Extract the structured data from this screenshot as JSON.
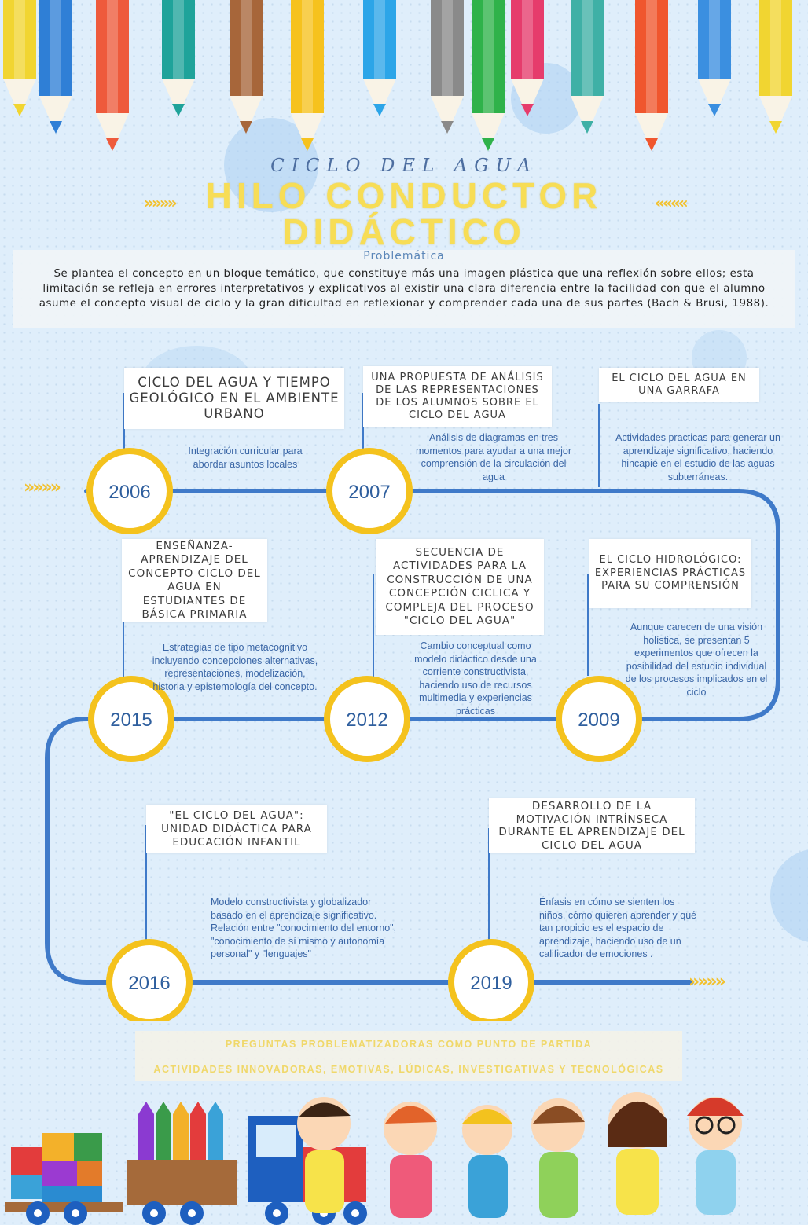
{
  "header": {
    "subtitle": "CICLO DEL AGUA",
    "title_line1": "HILO CONDUCTOR",
    "title_line2": "DIDÁCTICO",
    "chevron_left": "»»»»",
    "chevron_right": "««««"
  },
  "problem": {
    "heading": "Problemática",
    "text": "Se plantea el concepto en un bloque temático, que constituye más una imagen plástica que una reflexión sobre ellos; esta limitación se refleja en errores interpretativos y explicativos al existir una clara diferencia entre la facilidad con que el alumno asume el concepto visual de ciclo y la gran dificultad en reflexionar y comprender cada una de sus partes (Bach & Brusi, 1988)."
  },
  "timeline": {
    "start_arrows": "»»»»",
    "end_arrows": "»»»»",
    "milestones": [
      {
        "year": "2006",
        "title": "CICLO DEL AGUA Y TIEMPO GEOLÓGICO EN EL AMBIENTE URBANO",
        "description": "Integración curricular para abordar asuntos locales"
      },
      {
        "year": "2007",
        "title": "UNA PROPUESTA DE ANÁLISIS DE LAS REPRESENTACIONES DE LOS ALUMNOS SOBRE EL CICLO DEL AGUA",
        "description": "Análisis de diagramas en tres momentos para ayudar a una mejor comprensión de la circulación del agua"
      },
      {
        "year": "",
        "title": "EL CICLO DEL AGUA EN UNA GARRAFA",
        "description": "Actividades practicas para generar un aprendizaje significativo, haciendo hincapié en el estudio de las aguas subterráneas."
      },
      {
        "year": "2009",
        "title": "EL CICLO HIDROLÓGICO: EXPERIENCIAS PRÁCTICAS PARA SU COMPRENSIÓN",
        "description": "Aunque carecen de una visión holística, se presentan 5 experimentos que ofrecen la posibilidad del estudio individual de los procesos implicados en el ciclo"
      },
      {
        "year": "2012",
        "title": "SECUENCIA DE ACTIVIDADES PARA LA CONSTRUCCIÓN DE UNA CONCEPCIÓN CICLICA Y COMPLEJA DEL PROCESO \"CICLO DEL AGUA\"",
        "description": "Cambio conceptual como modelo didáctico desde una corriente constructivista, haciendo uso de recursos multimedia y experiencias prácticas"
      },
      {
        "year": "2015",
        "title": "ENSEÑANZA-APRENDIZAJE DEL CONCEPTO CICLO DEL AGUA EN ESTUDIANTES DE BÁSICA PRIMARIA",
        "description": "Estrategias de tipo metacognitivo incluyendo concepciones alternativas, representaciones, modelización, historia y epistemología del concepto."
      },
      {
        "year": "2016",
        "title": "\"EL CICLO DEL AGUA\": UNIDAD DIDÁCTICA PARA EDUCACIÓN INFANTIL",
        "description": "Modelo constructivista y globalizador basado en el aprendizaje significativo. Relación entre \"conocimiento del entorno\", \"conocimiento de sí mismo y autonomía personal\" y \"lenguajes\""
      },
      {
        "year": "2019",
        "title": "DESARROLLO DE LA MOTIVACIÓN INTRÍNSECA DURANTE EL APRENDIZAJE DEL CICLO DEL AGUA",
        "description": "Énfasis en cómo se sienten los niños, cómo quieren aprender y qué tan propicio es el espacio de aprendizaje, haciendo uso de un calificador de emociones ."
      }
    ]
  },
  "footer": {
    "line1": "PREGUNTAS PROBLEMATIZADORAS COMO PUNTO DE PARTIDA",
    "line2": "ACTIVIDADES INNOVADORAS, EMOTIVAS, LÚDICAS, INVESTIGATIVAS Y TECNOLÓGICAS"
  },
  "colors": {
    "path": "#3f7ac9",
    "ring": "#f4c21d",
    "accent_yellow": "#f7dd56",
    "year_text": "#2f5f9e"
  }
}
